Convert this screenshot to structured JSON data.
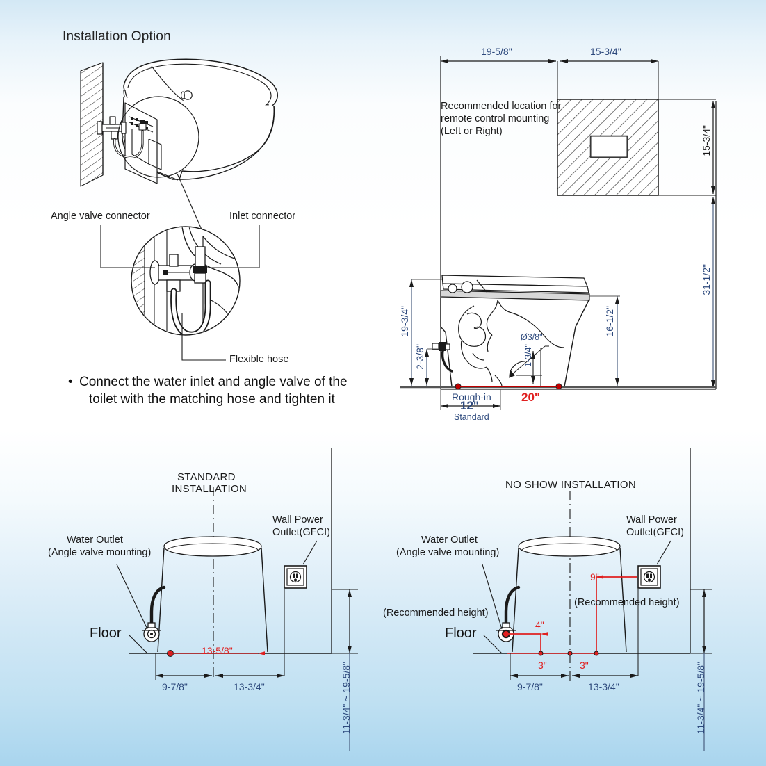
{
  "page": {
    "title": "Installation Option"
  },
  "colors": {
    "line": "#1a1a1a",
    "dim_blue": "#2e4a7d",
    "dim_red": "#e02020",
    "bg_top": "#d3e8f5",
    "bg_mid": "#ffffff",
    "bg_bottom": "#a9d5ee"
  },
  "panel_top_left": {
    "callouts": [
      {
        "name": "angle-valve-connector",
        "text": "Angle valve connector"
      },
      {
        "name": "inlet-connector",
        "text": "Inlet connector"
      },
      {
        "name": "flexible-hose",
        "text": "Flexible hose"
      }
    ],
    "note_bullet": "•",
    "note_line1": "Connect the water inlet and angle valve of the",
    "note_line2": "toilet with the matching hose and tighten it"
  },
  "panel_top_right": {
    "note_line1": "Recommended location for",
    "note_line2": "remote control mounting",
    "note_line3": "(Left or Right)",
    "dims": {
      "width_left": "19-5/8\"",
      "width_right": "15-3/4\"",
      "height_pad": "15-3/4\"",
      "height_total": "31-1/2\""
    }
  },
  "panel_side_view": {
    "dims": {
      "overall_height": "19-3/4\"",
      "inlet_height": "2-3/8\"",
      "seat_height": "16-1/2\"",
      "drain_dia": "Ø3/8\"",
      "drain_offset": "1-3/4\"",
      "depth": "20\"",
      "rough_in_label": "Rough-in",
      "rough_in_value": "12\"",
      "rough_in_standard": "Standard"
    }
  },
  "panel_standard": {
    "heading_line1": "STANDARD",
    "heading_line2": "INSTALLATION",
    "water_outlet_line1": "Water Outlet",
    "water_outlet_line2": "(Angle valve mounting)",
    "outlet_line1": "Wall Power",
    "outlet_line2": "Outlet(GFCI)",
    "floor_label": "Floor",
    "dims": {
      "center_red": "13-5/8\"",
      "left": "9-7/8\"",
      "right": "13-3/4\"",
      "outlet_height_range": "11-3/4\" ~ 19-5/8\""
    }
  },
  "panel_noshow": {
    "heading": "NO SHOW INSTALLATION",
    "water_outlet_line1": "Water Outlet",
    "water_outlet_line2": "(Angle valve mounting)",
    "recommended_left": "(Recommended height)",
    "recommended_right": "(Recommended height)",
    "outlet_line1": "Wall Power",
    "outlet_line2": "Outlet(GFCI)",
    "floor_label": "Floor",
    "dims": {
      "valve_offset": "4\"",
      "outlet_height": "9\"",
      "base_left": "3\"",
      "base_right": "3\"",
      "left": "9-7/8\"",
      "right": "13-3/4\"",
      "outlet_height_range": "11-3/4\" ~ 19-5/8\""
    }
  }
}
